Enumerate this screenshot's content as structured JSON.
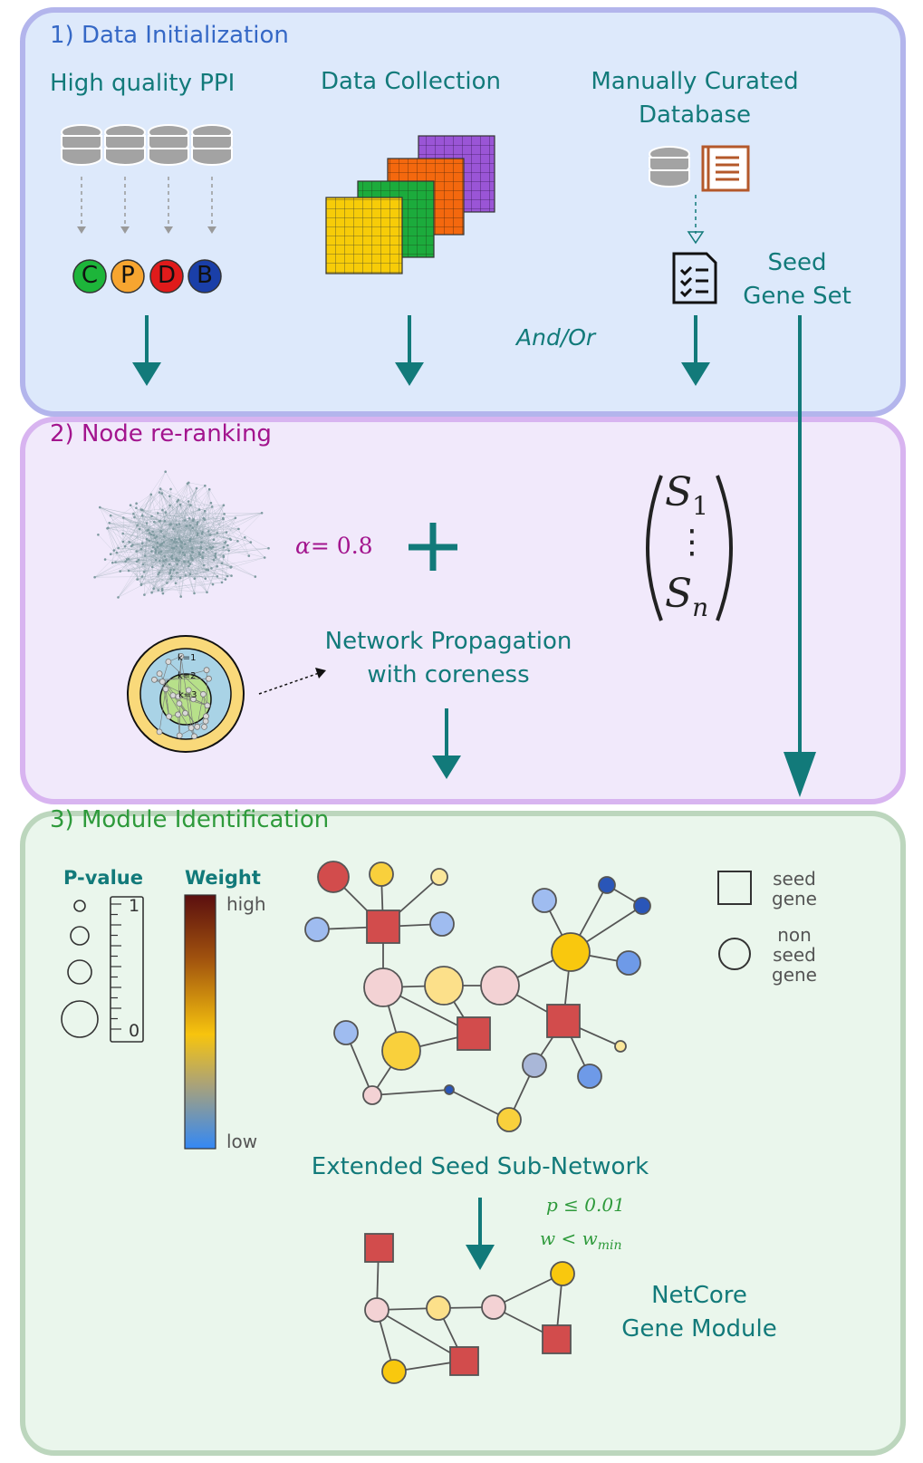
{
  "panel1": {
    "title": "1) Data Initialization",
    "col1_label": "High quality PPI",
    "col2_label": "Data Collection",
    "col3_label_line1": "Manually Curated",
    "col3_label_line2": "Database",
    "seed_line1": "Seed",
    "seed_line2": "Gene Set",
    "andor": "And/Or",
    "ppi_letters": [
      "C",
      "P",
      "D",
      "B"
    ],
    "ppi_colors": [
      "#1db53a",
      "#f7a530",
      "#e01b1b",
      "#1a3fa8"
    ]
  },
  "panel2": {
    "title": "2) Node re-ranking",
    "alpha_symbol": "α",
    "alpha_eq": "= 0.8",
    "plus": "+",
    "vec_top": "S",
    "vec_top_sub": "1",
    "vec_dots": "⋮",
    "vec_bottom": "S",
    "vec_bottom_sub": "n",
    "prop_line1": "Network Propagation",
    "prop_line2": "with coreness",
    "k1": "k=1",
    "k2": "k=2",
    "k3": "k=3"
  },
  "panel3": {
    "title": "3) Module Identification",
    "pvalue_title": "P-value",
    "pvalue_top": "1",
    "pvalue_bottom": "0",
    "weight_title": "Weight",
    "weight_high": "high",
    "weight_low": "low",
    "legend_seed_line1": "seed",
    "legend_seed_line2": "gene",
    "legend_nonseed_line1": "non",
    "legend_nonseed_line2": "seed",
    "legend_nonseed_line3": "gene",
    "subnetwork_label": "Extended Seed Sub-Network",
    "cond_p": "p ≤ 0.01",
    "cond_w_main": "w < w",
    "cond_w_sub": "min",
    "module_line1": "NetCore",
    "module_line2": "Gene Module"
  },
  "colors": {
    "teal": "#127a7a",
    "title1": "#3568c6",
    "title2": "#a3158e",
    "title3": "#2e9a3b",
    "seed_red": "#d24c4c",
    "node_yellow": "#f9d03c",
    "node_blue": "#9fbcf0",
    "node_pink": "#f3d2d4"
  }
}
